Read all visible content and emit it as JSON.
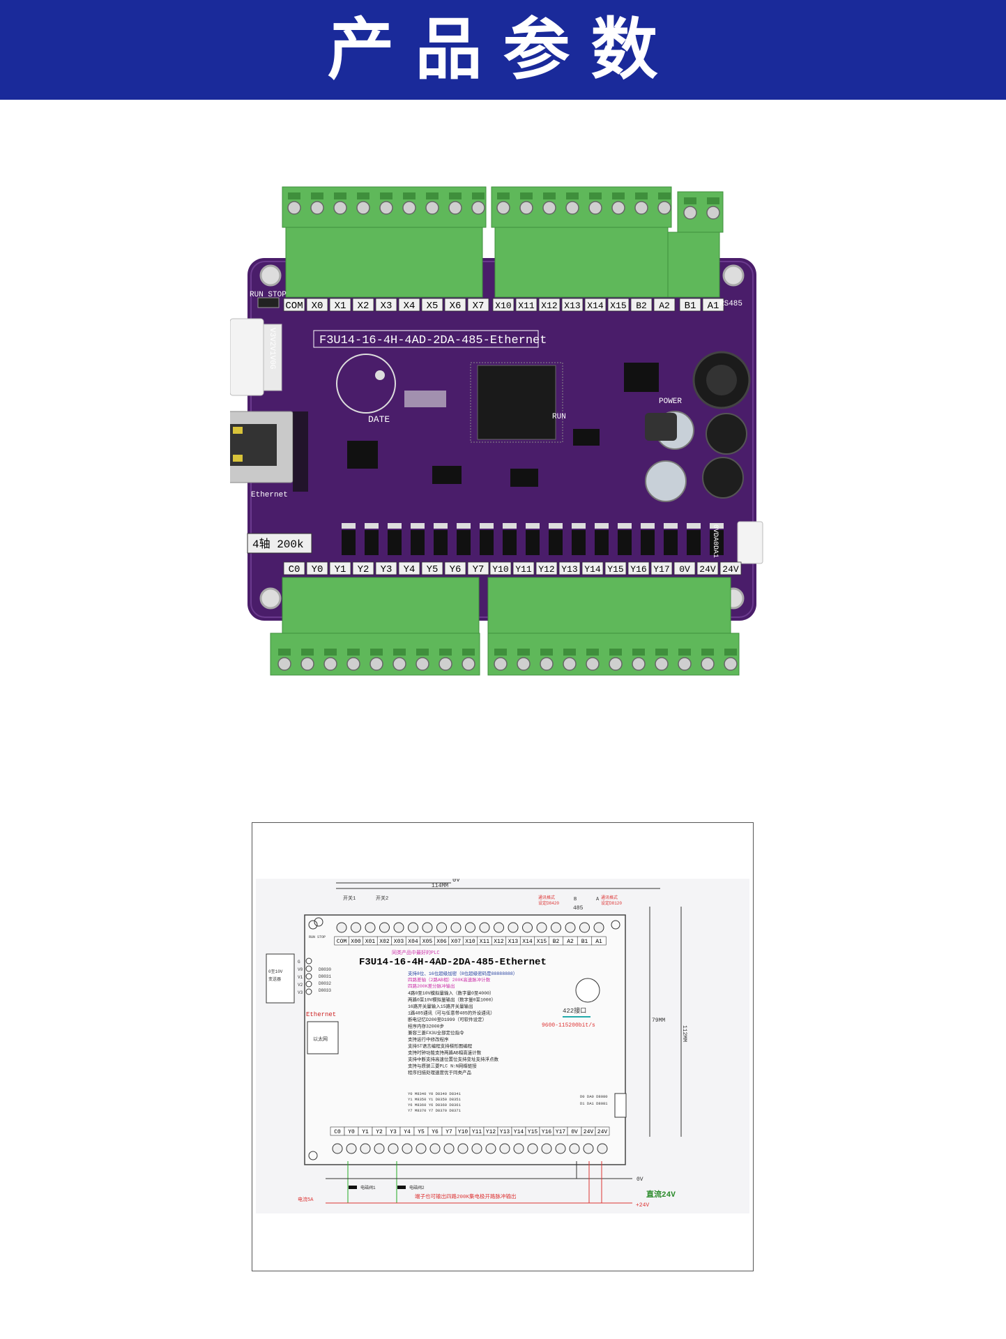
{
  "header": {
    "title": "产品参数",
    "color": "#1a2a9a"
  },
  "board": {
    "model": "F3U14-16-4H-4AD-2DA-485-Ethernet",
    "run_stop": "RUN  STOP",
    "top_labels_1": [
      "COM",
      "X0",
      "X1",
      "X2",
      "X3",
      "X4",
      "X5",
      "X6",
      "X7"
    ],
    "top_labels_2": [
      "X10",
      "X11",
      "X12",
      "X13",
      "X14",
      "X15",
      "B2",
      "A2"
    ],
    "top_labels_3": [
      "B1",
      "A1"
    ],
    "rs485": "RS485",
    "bottom_labels_1": [
      "C0",
      "Y0",
      "Y1",
      "Y2",
      "Y3",
      "Y4",
      "Y5",
      "Y6",
      "Y7"
    ],
    "bottom_labels_2": [
      "Y10",
      "Y11",
      "Y12",
      "Y13",
      "Y14",
      "Y15",
      "Y16",
      "Y17",
      "0V",
      "24V",
      "24V"
    ],
    "axis_badge": "4轴 200k",
    "ethernet": "Ethernet",
    "date": "DATE",
    "run": "RUN",
    "power": "POWER",
    "da_label": "0VDA0DA1",
    "side_labels": "V3V2V1V0G",
    "colors": {
      "pcb": "#4a1d6a",
      "terminal": "#5fb85a",
      "terminal_dark": "#3f8f3c"
    }
  },
  "diagram": {
    "model": "F3U14-16-4H-4AD-2DA-485-Ethernet",
    "dim_width": "114MM",
    "dim_height_inner": "79MM",
    "dim_height_outer": "112MM",
    "zero_v": "0V",
    "switch1": "开关1",
    "switch2": "开关2",
    "b_label": "B",
    "a_label": "A",
    "label_485": "485",
    "comm_note_1a": "通讯格式",
    "comm_note_1b": "设定D8420",
    "comm_note_2a": "通讯格式",
    "comm_note_2b": "设定D8120",
    "top_labels": [
      "COM",
      "X00",
      "X01",
      "X02",
      "X03",
      "X04",
      "X05",
      "X06",
      "X07",
      "X10",
      "X11",
      "X12",
      "X13",
      "X14",
      "X15",
      "B2",
      "A2",
      "B1",
      "A1"
    ],
    "bottom_labels": [
      "C0",
      "Y0",
      "Y1",
      "Y2",
      "Y3",
      "Y4",
      "Y5",
      "Y6",
      "Y7",
      "Y10",
      "Y11",
      "Y12",
      "Y13",
      "Y14",
      "Y15",
      "Y16",
      "Y17",
      "0V",
      "24V",
      "24V"
    ],
    "run_stop": "RUN STOP",
    "ad_labels": [
      "G",
      "V0",
      "V1",
      "V2",
      "V3"
    ],
    "ad_regs": [
      "D8030",
      "D8031",
      "D8032",
      "D8033"
    ],
    "ad_range_a": "0至10V",
    "ad_range_b": "变送器",
    "ethernet": "Ethernet",
    "net_box": "以太网",
    "pink_note": "同类产品中最好的PLC",
    "feature_blue_1": "支持8位、16位超级加密（8位超级密码是88888888）",
    "feature_pink": "四路差轴（2路AB相）200K高速脉冲计数",
    "feature_pink_2": "四路200K差分脉冲输出",
    "features": [
      "4路0至10V模拟量输入（数字量0至4000）",
      "两路0至10V模拟量输出（数字量0至1000）",
      "16路开关量输入15路开关量输出",
      "1路485通讯（可与任意带485的外设通讯）",
      "断电记忆D200至D1999（可软件设定）",
      "程序内存32000步",
      "兼容三菱FX3U全部定位指令",
      "支持运行中修改程序",
      "支持ST语言编程支持梯形图编程",
      "支持时钟功能支持两路AB相高速计数",
      "支持中断支持高速位置位支持变址支持浮点数",
      "支持与原装三菱PLC N:N网络链接",
      "程序扫描处理速度优于同类产品"
    ],
    "interface_422": "422接口",
    "baud": "9600-115200bit/s",
    "y_regs": [
      "Y0 M8340  Y0 D8340 D8341",
      "Y1 M8350  Y1 D8350 D8351",
      "Y6 M8360  Y6 D8360 D8361",
      "Y7 M8370  Y7 D8370 D8371"
    ],
    "da_regs": [
      "D0 DA0 D8080",
      "D1 DA1 D8081"
    ],
    "valve1": "电磁阀1",
    "valve2": "电磁阀2",
    "current_note": "电流5A",
    "output_note": "端子也可输出四路200K集电极开路脉冲输出",
    "dc24": "直流24V",
    "plus24": "+24V",
    "zero_v_bottom": "0V"
  }
}
